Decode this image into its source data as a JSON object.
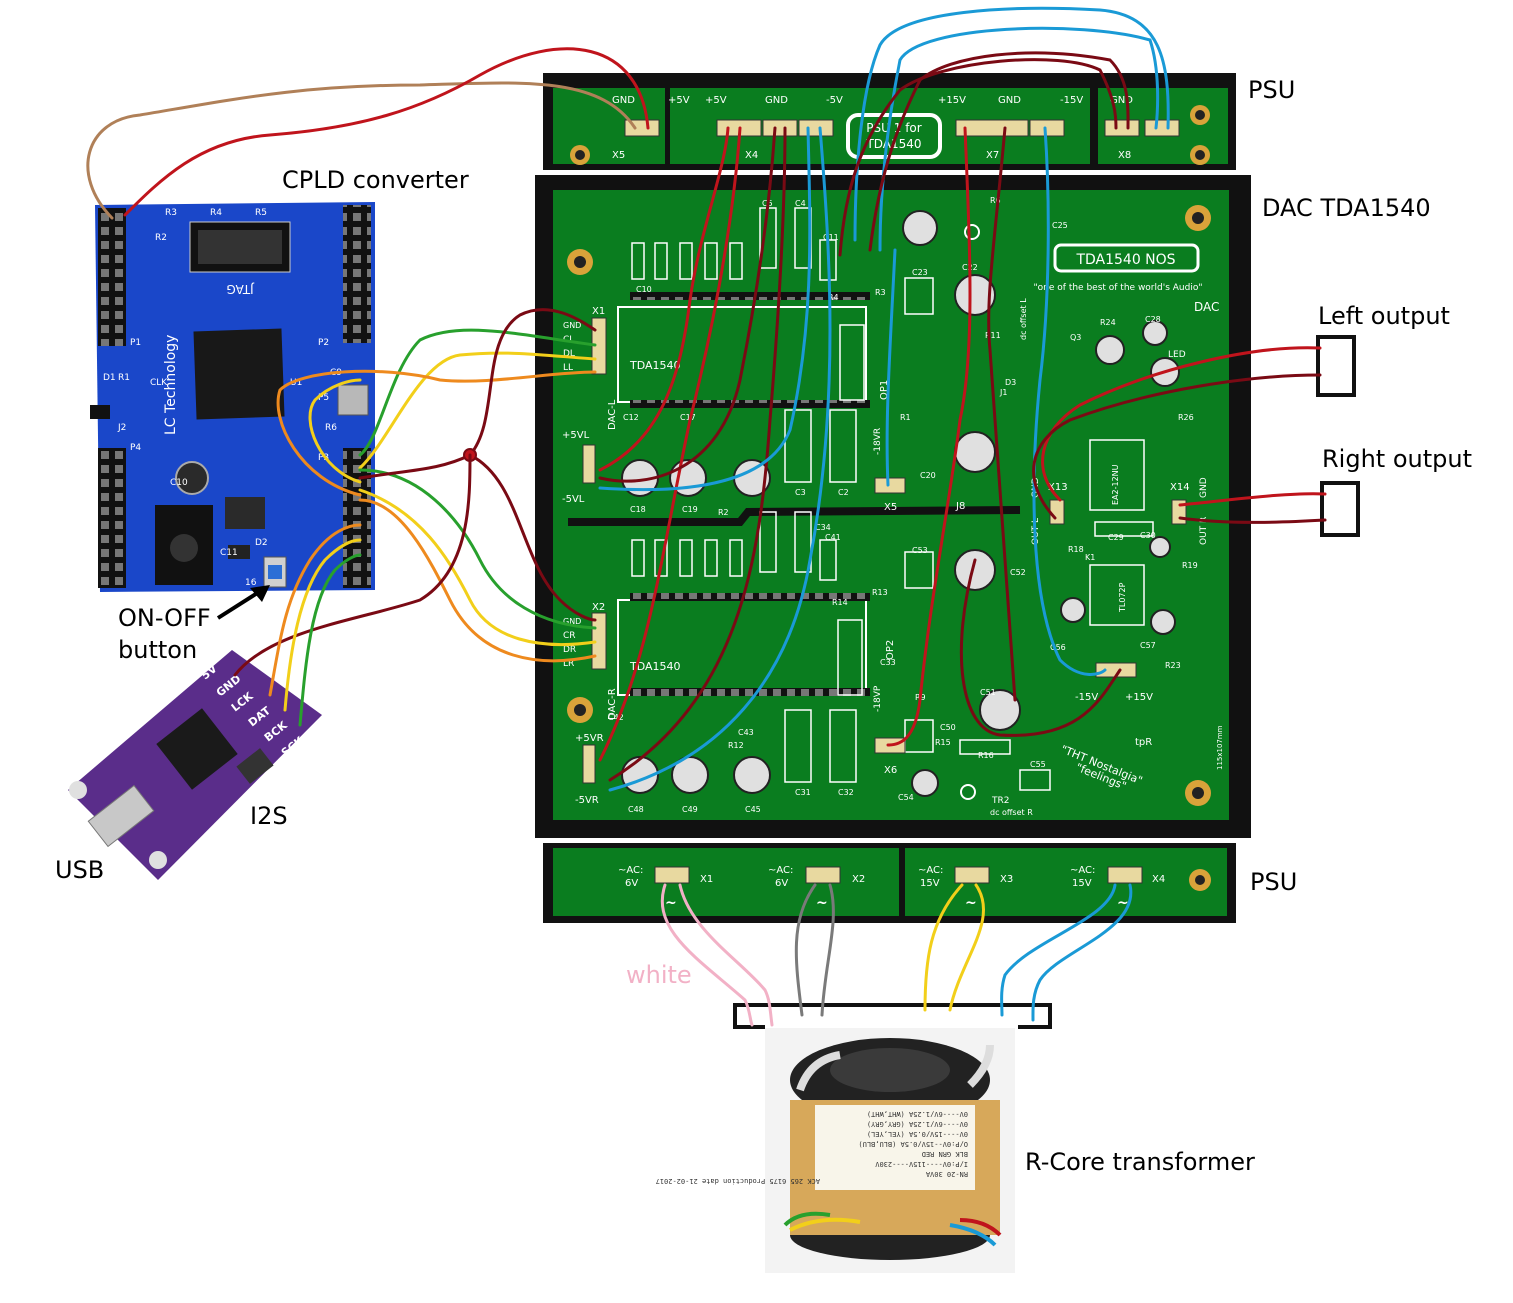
{
  "labels": {
    "cpld_converter": "CPLD  converter",
    "dac_title": "DAC  TDA1540",
    "psu_top": "PSU",
    "psu_bottom": "PSU",
    "left_output": "Left output",
    "right_output": "Right output",
    "on_off_1": "ON-OFF",
    "on_off_2": "button",
    "i2s": "I2S",
    "usb": "USB",
    "white": "white",
    "transformer": "R-Core transformer"
  },
  "cpld_board": {
    "brand": "LC Technology",
    "jtag": "JTAG",
    "refs": [
      "R3",
      "R4",
      "R5",
      "R2",
      "R1",
      "D1",
      "CLK",
      "J2",
      "P4",
      "P1",
      "P2",
      "P3",
      "P5",
      "U1",
      "C9",
      "R6",
      "C10",
      "C11",
      "D2",
      "16"
    ]
  },
  "i2s_board": {
    "pins": [
      "5V",
      "GND",
      "LCK",
      "DAT",
      "BCK",
      "SCK"
    ]
  },
  "dac_board": {
    "nameplate": "TDA1540 NOS",
    "tagline": "\"one of the best of the world's Audio\"",
    "dac": "DAC",
    "chip_top": "TDA1540",
    "chip_bottom": "TDA1540",
    "dac_l": "DAC-L",
    "dac_r": "DAC-R",
    "x1": "X1",
    "x2": "X2",
    "x1_pins": [
      "GND",
      "CL",
      "DL",
      "LL"
    ],
    "x2_pins": [
      "GND",
      "CR",
      "DR",
      "LR"
    ],
    "op1": "OP1",
    "op2": "OP2",
    "minus18vr": "-18VR",
    "minus18vp": "-18VP",
    "x5": "X5",
    "x6": "X6",
    "j8": "J8",
    "x13": "X13",
    "x14": "X14",
    "out_l": "OUT L",
    "out_r": "OUT R",
    "gnd": "GND",
    "led": "LED",
    "dc_offset_l": "dc offset L",
    "dc_offset_r": "dc offset R",
    "tl072": "TL072P",
    "relay": "EA2-12NU",
    "nostalgia": "\"THT Nostalgia\"",
    "feelings": "\"feelings\"",
    "plus5vl": "+5VL",
    "minus5vl": "-5VL",
    "plus5vr": "+5VR",
    "minus5vr": "-5VR",
    "minus15v": "-15V",
    "plus15v": "+15V",
    "tpr": "tpR",
    "size": "115x107mm",
    "tr2": "TR2",
    "components": [
      "C10",
      "C11",
      "C12",
      "C17",
      "C18",
      "C19",
      "C2",
      "C3",
      "C4",
      "C5",
      "C20",
      "C22",
      "C23",
      "C25",
      "C28",
      "C29",
      "C30",
      "C31",
      "C32",
      "C33",
      "C34",
      "C41",
      "C42",
      "C43",
      "C45",
      "C48",
      "C49",
      "C50",
      "C51",
      "C52",
      "C53",
      "C54",
      "C55",
      "C56",
      "C57",
      "R1",
      "R2",
      "R3",
      "R4",
      "R6",
      "R9",
      "R11",
      "R12",
      "R13",
      "R14",
      "R15",
      "R16",
      "R18",
      "R19",
      "R23",
      "R24",
      "R26",
      "Q3",
      "D3",
      "K1",
      "J1"
    ]
  },
  "psu_top_board": {
    "x5": "X5",
    "x4": "X4",
    "x7": "X7",
    "x8": "X8",
    "gnd": "GND",
    "plus5v": "+5V",
    "minus5v": "-5V",
    "plus15v": "+15V",
    "minus15v": "-15V",
    "psu_note_1": "PSU 1 for",
    "psu_note_2": "TDA1540"
  },
  "psu_bottom_board": {
    "ac6v_1": "~AC:",
    "ac6v_1b": "6V",
    "ac6v_2": "~AC:",
    "ac6v_2b": "6V",
    "ac15v_1": "~AC:",
    "ac15v_1b": "15V",
    "ac15v_2": "~AC:",
    "ac15v_2b": "15V",
    "x1": "X1",
    "x2": "X2",
    "x3": "X3",
    "x4": "X4",
    "tilde": "~"
  },
  "transformer_label": {
    "lines": [
      "RN-20   30VA",
      "I/P:0V----115V----230V",
      "BLK    GRN      RED",
      "O/P:0V--15V/0.5A (BLU,BLU)",
      "0V----15V/0.5A (YEL,YEL)",
      "0V----6V/1.25A (GRY,GRY)",
      "0V----6V/1.25A (WHT,WHT)"
    ],
    "header": "ACK 265 6175 Production date 21-02-2017"
  },
  "colors": {
    "pcb_green": "#0a7d1f",
    "pcb_dark": "#06661a",
    "cpld_blue": "#1a47c9",
    "i2s_purple": "#5a2d8a",
    "wire_red": "#c0141c",
    "wire_darkred": "#7a0a14",
    "wire_blue": "#1a9ad6",
    "wire_green": "#28a02d",
    "wire_yellow": "#f2cf1a",
    "wire_orange": "#ee8a1e",
    "wire_brown": "#b08058",
    "wire_pink": "#f2b1c6",
    "wire_gray": "#7a7a7a",
    "gold": "#d9a33a"
  }
}
